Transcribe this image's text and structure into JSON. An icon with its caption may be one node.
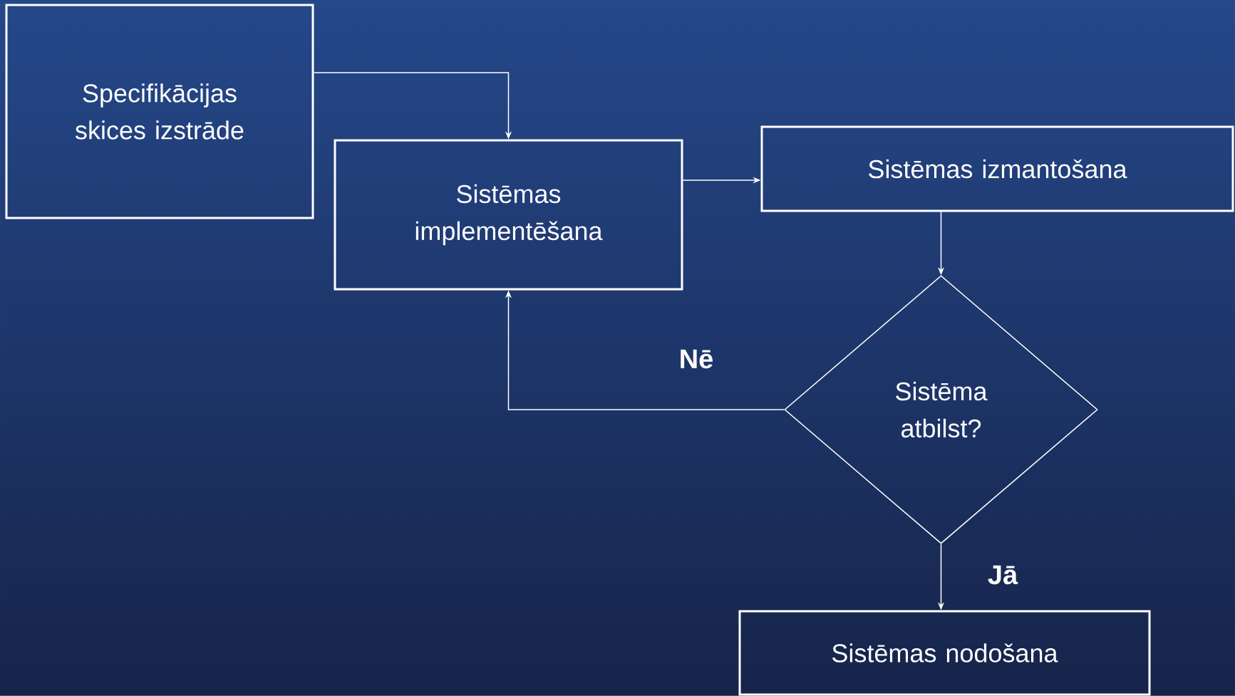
{
  "diagram": {
    "nodes": [
      {
        "text": [
          "Specifikācijas skices izstrāde"
        ]
      },
      {
        "text": [
          "Sistēmas implementēšana"
        ]
      },
      {
        "text": [
          "Sistēmas izmantošana"
        ]
      },
      {
        "text": [
          "Sistēma atbilst?"
        ]
      },
      {
        "text": [
          "Sistēmas nodošana"
        ]
      }
    ],
    "edges": [
      {
        "from": 0,
        "to": 1,
        "arrow": "to"
      },
      {
        "from": 1,
        "to": 2,
        "arrow": "to"
      },
      {
        "from": 2,
        "to": 3,
        "arrow": "to"
      },
      {
        "from": 3,
        "to": 1,
        "arrow": "to",
        "label": "Nē"
      },
      {
        "from": 3,
        "to": 4,
        "arrow": "to",
        "label": "Jā"
      }
    ]
  }
}
